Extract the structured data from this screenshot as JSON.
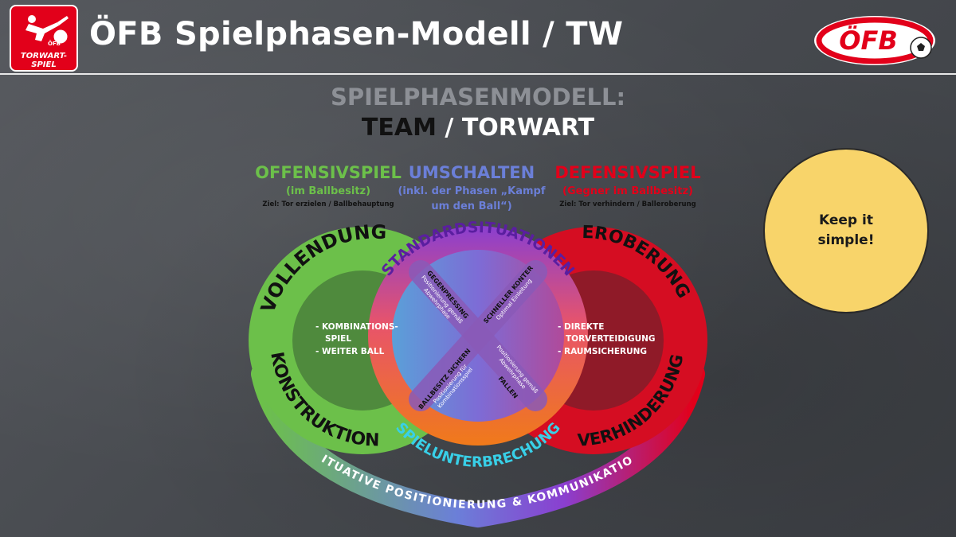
{
  "header": {
    "title": "ÖFB Spielphasen-Modell / TW",
    "logo_left_line1": "TORWART-",
    "logo_left_line2": "SPIEL",
    "logo_left_badge": "ÖFB",
    "logo_right_text": "ÖFB"
  },
  "diagram": {
    "title_line1": "SPIELPHASENMODELL:",
    "title_team": "TEAM",
    "title_sep": " / ",
    "title_torwart": "TORWART",
    "offensiv": {
      "heading": "OFFENSIVSPIEL",
      "sub": "(im Ballbesitz)",
      "goal": "Ziel: Tor erzielen / Ballbehauptung"
    },
    "umschalten": {
      "heading": "UMSCHALTEN",
      "sub1": "(inkl. der Phasen „Kampf",
      "sub2": "um den Ball“)"
    },
    "defensiv": {
      "heading": "DEFENSIVSPIEL",
      "sub": "(Gegner im Ballbesitz)",
      "goal": "Ziel: Tor verhindern / Balleroberung"
    },
    "left_ring": {
      "arc_top": "(VOLLENDUNG)",
      "arc_bottom": "KONSTRUKTION",
      "item1_line1": "- KOMBINATIONS-",
      "item1_line2": "SPIEL",
      "item2": "- WEITER BALL"
    },
    "right_ring": {
      "arc_top": "EROBERUNG",
      "arc_bottom": "VERHINDERUNG",
      "item1": "- DIREKTE",
      "item1_line2": "TORVERTEIDIGUNG",
      "item2": "- RAUMSICHERUNG"
    },
    "center": {
      "arc_top": "STANDARDSITUATIONEN",
      "arc_bottom": "SPIELUNTERBRECHUNG",
      "q_top_left_title": "GEGENPRESSING",
      "q_top_left_sub1": "Positionierung gemäß",
      "q_top_left_sub2": "Abwehrphase",
      "q_top_right_title": "SCHNELLER KONTER",
      "q_top_right_sub": "Optimal Einleitung",
      "q_bottom_left_title": "BALLBESITZ SICHERN",
      "q_bottom_left_sub1": "Positionierung für",
      "q_bottom_left_sub2": "Kombinationsspiel",
      "q_bottom_right_title": "FALLEN",
      "q_bottom_right_sub1": "Positionierung gemäß",
      "q_bottom_right_sub2": "Abwehrphase"
    },
    "bottom_arc": "SITUATIVE POSITIONIERUNG & KOMMUNIKATION",
    "colors": {
      "green": "#6cc04a",
      "red": "#e2001a",
      "blue": "#6b7fd8",
      "orange": "#f07a1a",
      "purple": "#8a3fd0",
      "gray": "#8d9096"
    }
  },
  "callout": {
    "line1": "Keep it",
    "line2": "simple!"
  }
}
